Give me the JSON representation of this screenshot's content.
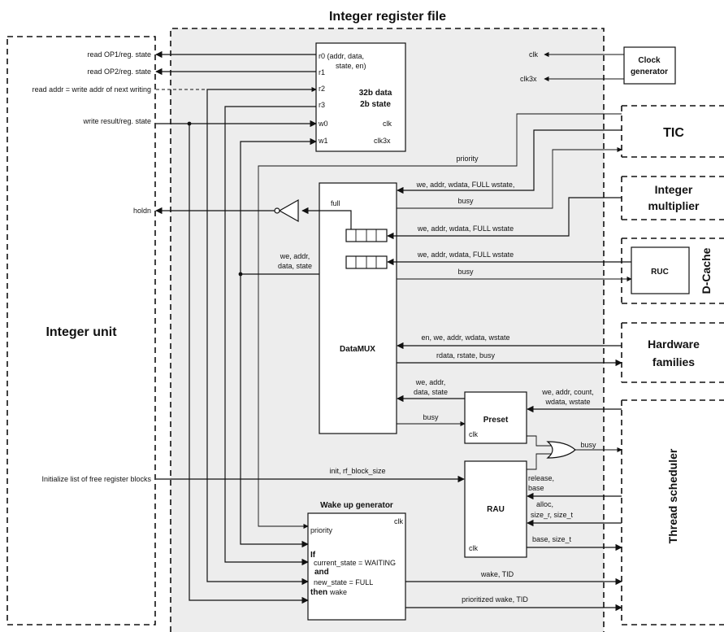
{
  "title": "Integer register file",
  "blocks": {
    "integer_unit": "Integer unit",
    "clock_generator": [
      "Clock",
      "generator"
    ],
    "tic": "TIC",
    "integer_multiplier": [
      "Integer",
      "multiplier"
    ],
    "dcache": "D-Cache",
    "ruc": "RUC",
    "hardware_families": [
      "Hardware",
      "families"
    ],
    "thread_scheduler": "Thread scheduler",
    "datamux": "DataMUX",
    "preset": "Preset",
    "rau": "RAU",
    "wakeup": "Wake up generator"
  },
  "regfile": {
    "r0": "r0 (addr, data,",
    "r0b": "state, en)",
    "r1": "r1",
    "r2": "r2",
    "r3": "r3",
    "w0": "w0",
    "w1": "w1",
    "data": "32b data",
    "state": "2b state",
    "clk": "clk",
    "clk3x": "clk3x"
  },
  "left_signals": {
    "read_op1": "read OP1/reg. state",
    "read_op2": "read OP2/reg. state",
    "read_addr": "read addr = write addr of next writing",
    "write_result": "write result/reg. state",
    "holdn": "holdn",
    "init_list": "Initialize list of free register blocks"
  },
  "signals": {
    "clk": "clk",
    "clk3x": "clk3x",
    "priority": "priority",
    "tic_in": "we, addr, wdata, FULL wstate,",
    "busy": "busy",
    "full": "full",
    "mul_in": "we, addr, wdata, FULL wstate",
    "ruc_in": "we, addr, wdata, FULL wstate",
    "rf_we": [
      "we, addr,",
      "data, state"
    ],
    "hw_in": "en, we, addr, wdata, wstate",
    "hw_out": "rdata, rstate, busy",
    "preset_out": [
      "we, addr,",
      "data, state"
    ],
    "preset_in": [
      "we, addr, count,",
      "wdata, wstate"
    ],
    "init": "init, rf_block_size",
    "release": [
      "release,",
      "base"
    ],
    "alloc": [
      "alloc,",
      "size_r, size_t"
    ],
    "base_size": "base, size_t",
    "wake": "wake, TID",
    "prio_wake": "prioritized wake, TID"
  },
  "wakeup": {
    "clk": "clk",
    "priority": "priority",
    "if": "If",
    "cond1": "current_state = WAITING",
    "and": "and",
    "cond2": "new_state = FULL",
    "then": "then",
    "wake": "wake"
  }
}
